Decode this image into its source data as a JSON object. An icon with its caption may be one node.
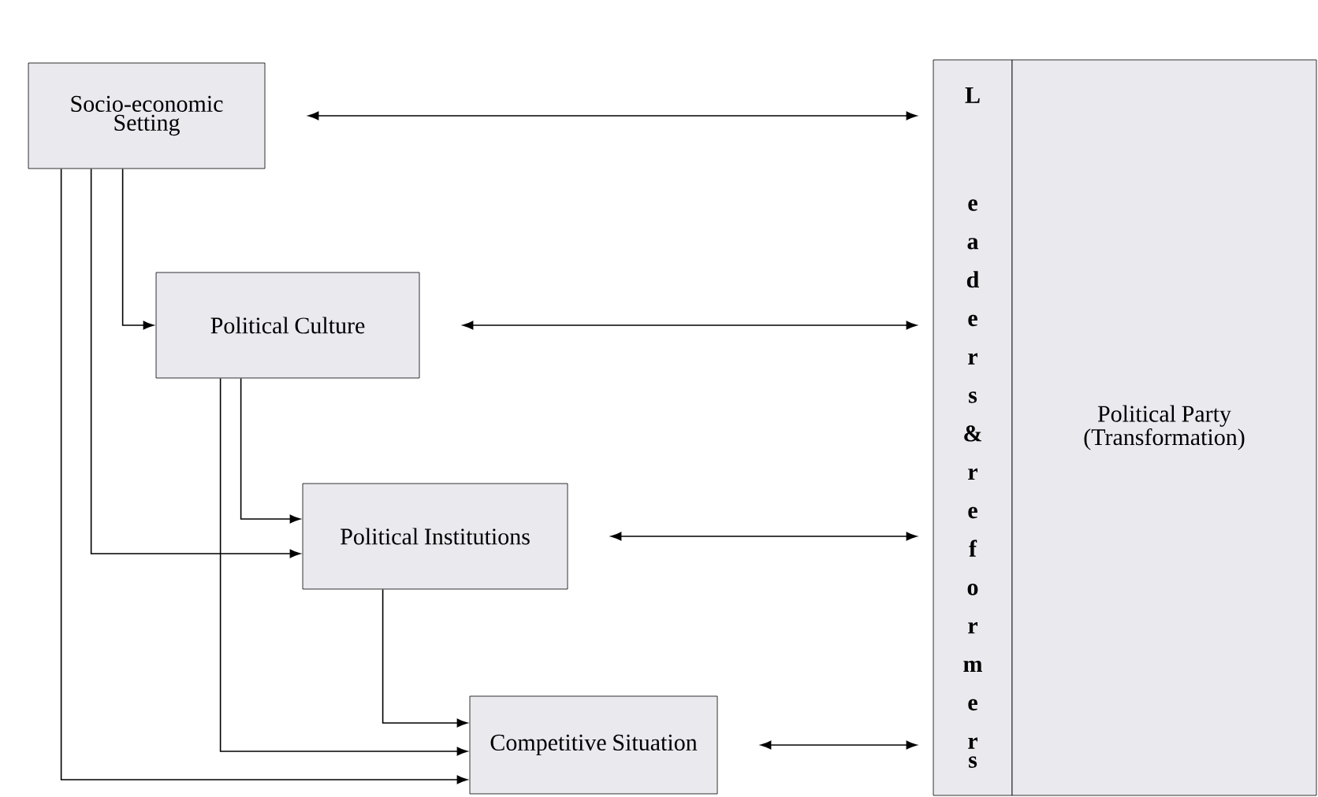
{
  "diagram": {
    "nodes": [
      {
        "text": [
          "Socio-economic Setting"
        ]
      },
      {
        "text": [
          "Political Culture"
        ]
      },
      {
        "text": [
          "Political Institutions"
        ]
      },
      {
        "text": [
          "Competitive Situation"
        ]
      },
      {
        "text": [
          "Leaders&reformers"
        ]
      },
      {
        "text": [
          "Political Party (Transformation)"
        ]
      }
    ],
    "edges": [
      {
        "from": 0,
        "to": 4,
        "arrow": "both"
      },
      {
        "from": 0,
        "to": 1,
        "arrow": "to"
      },
      {
        "from": 1,
        "to": 4,
        "arrow": "both"
      },
      {
        "from": 0,
        "to": 2,
        "arrow": "to"
      },
      {
        "from": 1,
        "to": 2,
        "arrow": "to"
      },
      {
        "from": 2,
        "to": 4,
        "arrow": "both"
      },
      {
        "from": 0,
        "to": 3,
        "arrow": "to"
      },
      {
        "from": 1,
        "to": 3,
        "arrow": "to"
      },
      {
        "from": 2,
        "to": 3,
        "arrow": "to"
      },
      {
        "from": 3,
        "to": 4,
        "arrow": "both"
      }
    ]
  }
}
